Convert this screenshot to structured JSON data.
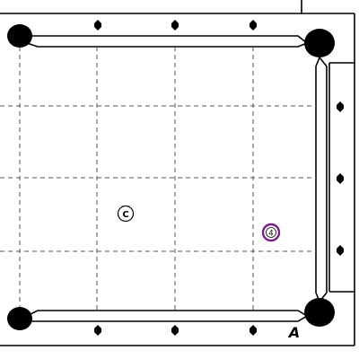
{
  "table": {
    "corner_label": "A",
    "colors": {
      "line": "#000000",
      "background": "#ffffff",
      "pocket": "#000000",
      "grid": "#555555"
    },
    "grid": "dashed"
  },
  "balls": {
    "cue": {
      "label": "C",
      "ring_color": "#000000"
    },
    "object": {
      "label": "4",
      "ring_color": "#7b1f8a"
    }
  },
  "icons": {
    "diamond_marker": "hexagon-diamond-icon",
    "pocket": "pocket-icon"
  }
}
